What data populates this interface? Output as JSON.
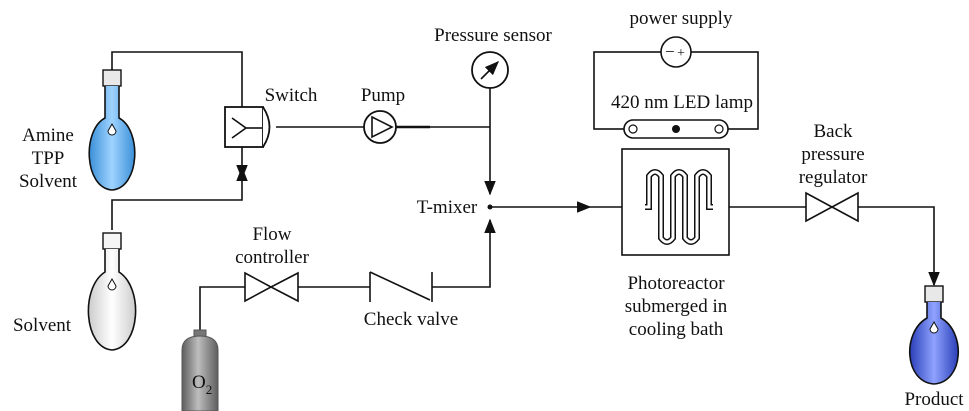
{
  "labels": {
    "amine": "Amine",
    "tpp": "TPP",
    "solvent_top": "Solvent",
    "solvent_bottom": "Solvent",
    "switch": "Switch",
    "pump": "Pump",
    "pressure_sensor": "Pressure sensor",
    "power_supply": "power supply",
    "led_lamp": "420 nm LED lamp",
    "back": "Back",
    "pressure": "pressure",
    "regulator": "regulator",
    "t_mixer": "T-mixer",
    "flow": "Flow",
    "controller": "controller",
    "check_valve": "Check valve",
    "photoreactor": "Photoreactor",
    "submerged": "submerged in",
    "cooling_bath": "cooling bath",
    "o2_base": "O",
    "o2_sub": "2",
    "product": "Product",
    "ps_minus": "−",
    "ps_plus": "+"
  },
  "colors": {
    "line": "#111111",
    "flask_blue": "#5aaee8",
    "flask_blue_dark": "#2f86d0",
    "product_blue": "#3a57d6",
    "cylinder_gray": "#8a8a8a",
    "cylinder_gray_dark": "#5e5e5e"
  }
}
